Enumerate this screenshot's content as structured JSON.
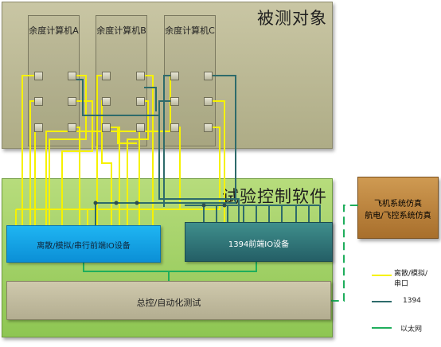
{
  "dut": {
    "title": "被测对象"
  },
  "computers": [
    {
      "label": "余度计算机A"
    },
    {
      "label": "余度计算机B"
    },
    {
      "label": "余度计算机C"
    }
  ],
  "software": {
    "title": "试验控制软件"
  },
  "io_discrete": {
    "label": "离散/模拟/串行前端IO设备"
  },
  "io_1394": {
    "label": "1394前端IO设备"
  },
  "master": {
    "label": "总控/自动化测试"
  },
  "sim": {
    "line1": "飞机系统仿真",
    "line2": "航电/飞控系统仿真"
  },
  "legend": [
    {
      "label_line1": "离散/模拟/",
      "label_line2": "串口",
      "color": "#f6f200"
    },
    {
      "label_line1": "1394",
      "label_line2": "",
      "color": "#2e6b6b"
    },
    {
      "label_line1": "以太网",
      "label_line2": "",
      "color": "#1fae5c"
    }
  ],
  "colors": {
    "serial": "#f6f200",
    "bus1394": "#2e6b6b",
    "ethernet": "#1fae5c"
  }
}
